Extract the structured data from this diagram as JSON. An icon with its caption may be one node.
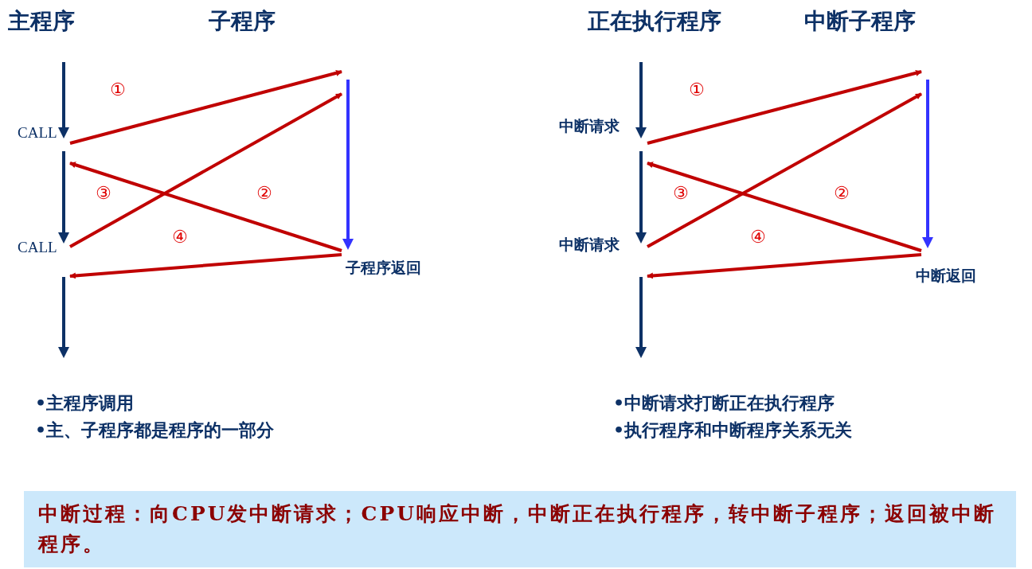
{
  "diagram": {
    "nodes": [
      {
        "text": [],
        "shape": "arrow",
        "beside": [
          "CALL"
        ]
      },
      {
        "text": [],
        "shape": "arrow",
        "beside": [
          "CALL"
        ]
      },
      {
        "text": [],
        "shape": "arrow"
      },
      {
        "text": [],
        "shape": "arrow",
        "beside": [
          "子程序返回"
        ]
      },
      {
        "text": [],
        "shape": "arrow",
        "beside": [
          "中断请求"
        ]
      },
      {
        "text": [],
        "shape": "arrow",
        "beside": [
          "中断请求"
        ]
      },
      {
        "text": [],
        "shape": "arrow"
      },
      {
        "text": [],
        "shape": "arrow",
        "beside": [
          "中断返回"
        ]
      },
      {
        "text": [
          "中断过程：向CPU发中断请求；CPU响应中断，中断正在执行程序，转中断子程序；返回被中断程序。"
        ]
      }
    ],
    "edges": [
      {
        "from": 0,
        "to": 3,
        "arrow": "to",
        "label": "①"
      },
      {
        "from": 3,
        "to": 1,
        "arrow": "to",
        "label": "②"
      },
      {
        "from": 1,
        "to": 3,
        "arrow": "to",
        "label": "③"
      },
      {
        "from": 3,
        "to": 2,
        "arrow": "to",
        "label": "④"
      },
      {
        "from": 4,
        "to": 7,
        "arrow": "to",
        "label": "①"
      },
      {
        "from": 7,
        "to": 5,
        "arrow": "to",
        "label": "②"
      },
      {
        "from": 5,
        "to": 7,
        "arrow": "to",
        "label": "③"
      },
      {
        "from": 7,
        "to": 6,
        "arrow": "to",
        "label": "④"
      }
    ],
    "labels": [
      "主程序",
      "子程序",
      "正在执行程序",
      "中断子程序",
      "•主程序调用",
      "•主、子程序都是程序的一部分",
      "•中断请求打断正在执行程序",
      "•执行程序和中断程序关系无关"
    ]
  }
}
